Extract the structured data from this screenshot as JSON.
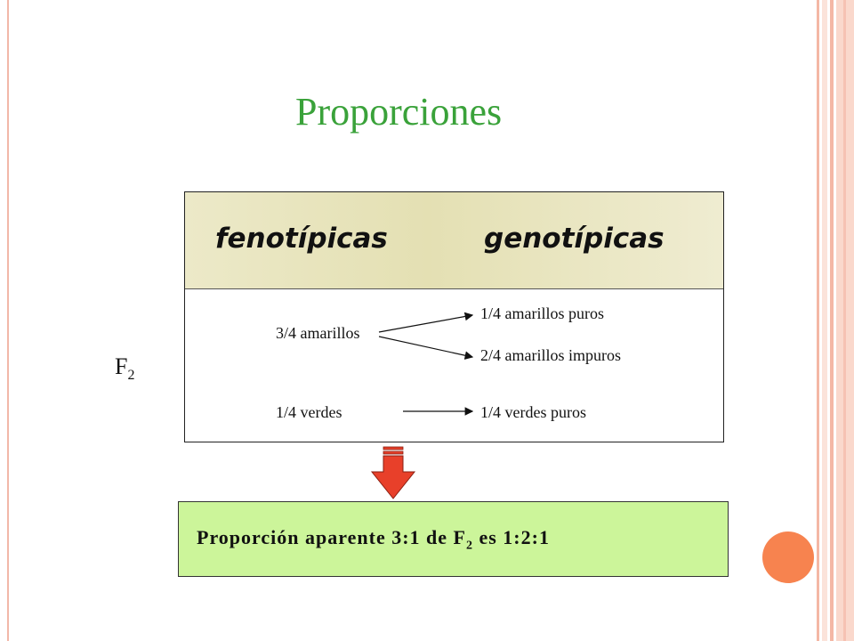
{
  "slide": {
    "title": "Proporciones",
    "table": {
      "headers": [
        "fenotípicas",
        "genotípicas"
      ],
      "phenotypes": [
        "3/4 amarillos",
        "1/4 verdes"
      ],
      "genotypes": [
        "1/4 amarillos puros",
        "2/4 amarillos impuros",
        "1/4 verdes puros"
      ]
    },
    "generation": {
      "label": "F",
      "sub": "2"
    },
    "result": {
      "prefix": "Proporción aparente 3:1 de F",
      "sub": "2",
      "suffix": " es 1:2:1"
    }
  },
  "colors": {
    "title": "#3aa23a",
    "header_bg": "#e4e0b3",
    "result_bg": "#ccf59a",
    "down_arrow": "#e8402a",
    "accent_circle": "#f7834f",
    "stripes": "#f4b7a5"
  },
  "icons": [
    "down-arrow-icon",
    "accent-circle-icon"
  ]
}
